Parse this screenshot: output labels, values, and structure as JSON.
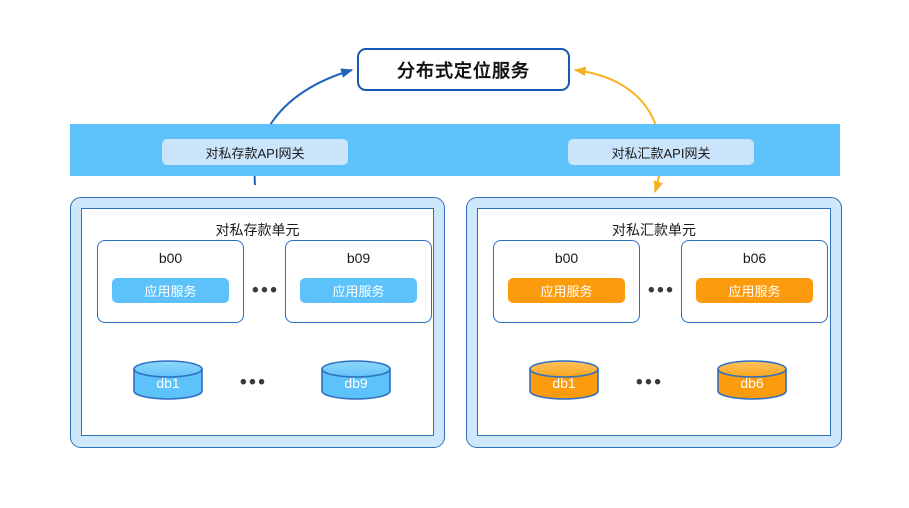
{
  "diagram": {
    "title_box": {
      "label": "分布式定位服务"
    },
    "gateway_band": {
      "color": "#5cc2f9",
      "pills": [
        {
          "id": "deposit-gateway",
          "label": "对私存款API网关"
        },
        {
          "id": "remittance-gateway",
          "label": "对私汇款API网关"
        }
      ]
    },
    "units": [
      {
        "id": "deposit-unit",
        "title": "对私存款单元",
        "accent": "#5cc2f9",
        "nodes": [
          {
            "id": "b00",
            "label": "b00",
            "service_label": "应用服务"
          },
          {
            "id": "b09",
            "label": "b09",
            "service_label": "应用服务"
          }
        ],
        "node_ellipsis": "•••",
        "databases": [
          {
            "id": "db1",
            "label": "db1"
          },
          {
            "id": "db9",
            "label": "db9"
          }
        ],
        "db_ellipsis": "•••"
      },
      {
        "id": "remittance-unit",
        "title": "对私汇款单元",
        "accent": "#fb9b0d",
        "nodes": [
          {
            "id": "b00",
            "label": "b00",
            "service_label": "应用服务"
          },
          {
            "id": "b06",
            "label": "b06",
            "service_label": "应用服务"
          }
        ],
        "node_ellipsis": "•••",
        "databases": [
          {
            "id": "db1",
            "label": "db1"
          },
          {
            "id": "db6",
            "label": "db6"
          }
        ],
        "db_ellipsis": "•••"
      }
    ],
    "colors": {
      "blue_accent": "#5cc2f9",
      "orange_accent": "#fb9b0d",
      "border_blue": "#2f6fc0",
      "panel_fill": "#cfe7fb",
      "pill_fill": "#c9e4fb",
      "arrow_blue": "#1f63bd",
      "arrow_orange": "#f5b324"
    },
    "connectors": [
      {
        "id": "deposit-gateway-to-locator",
        "from": "对私存款API网关",
        "to": "分布式定位服务",
        "color": "#1f63bd",
        "direction": "up"
      },
      {
        "id": "locator-to-remittance-gateway",
        "from": "分布式定位服务",
        "to": "对私汇款单元",
        "color": "#f5b324",
        "direction": "bidirectional"
      }
    ]
  }
}
